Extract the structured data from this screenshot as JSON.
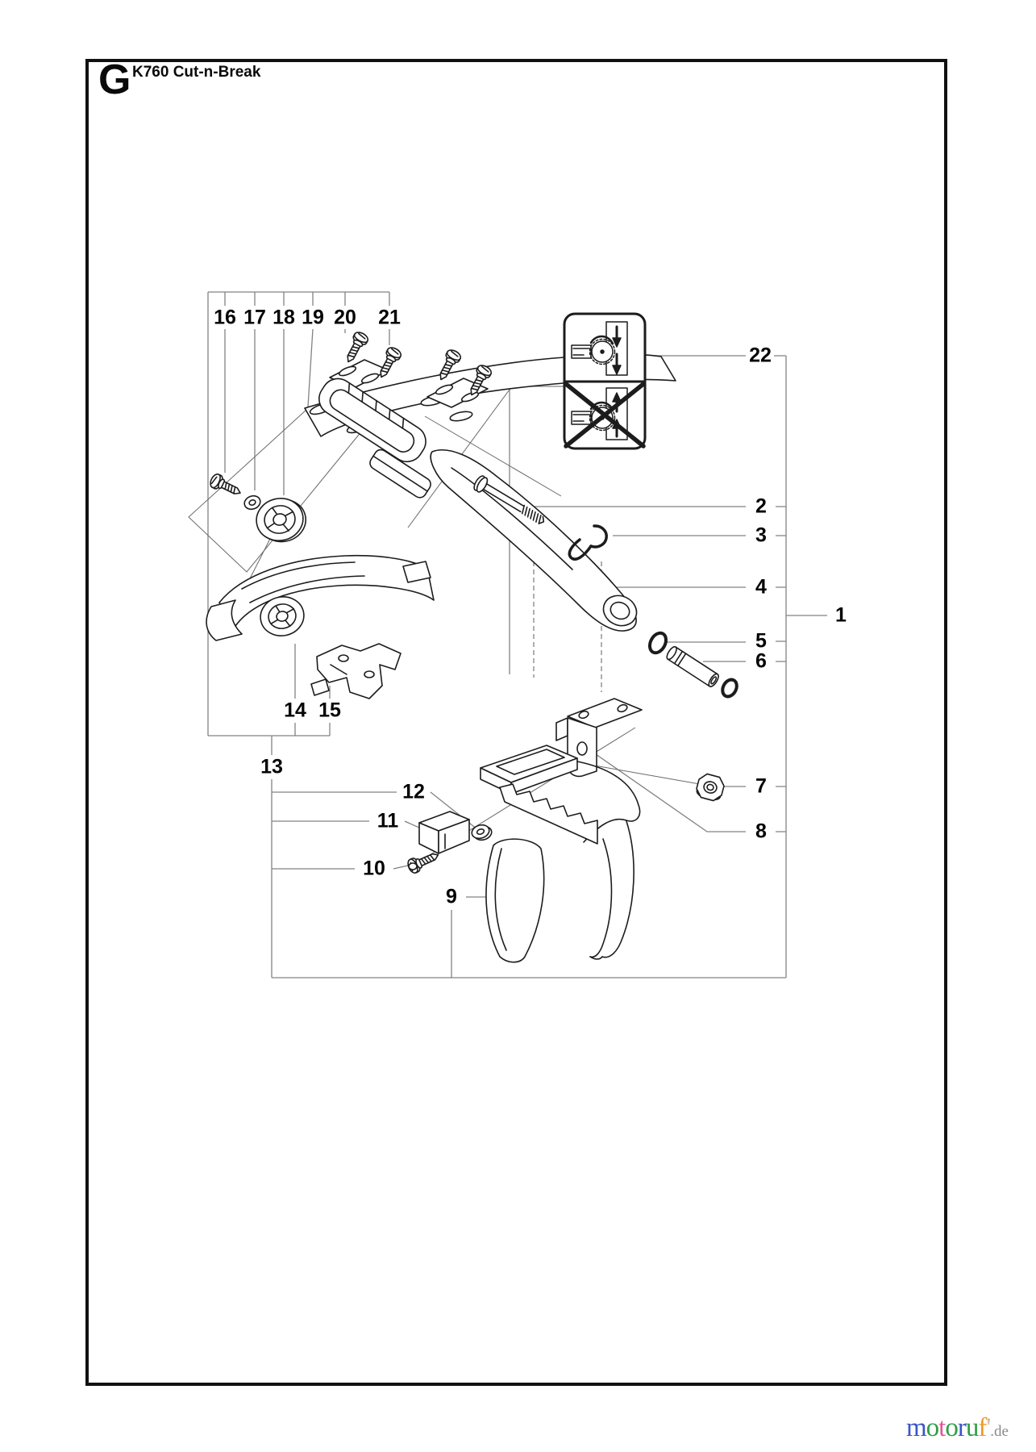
{
  "header": {
    "section_letter": "G",
    "title": "K760 Cut-n-Break"
  },
  "callouts": [
    {
      "label": "1"
    },
    {
      "label": "2"
    },
    {
      "label": "3"
    },
    {
      "label": "4"
    },
    {
      "label": "5"
    },
    {
      "label": "6"
    },
    {
      "label": "7"
    },
    {
      "label": "8"
    },
    {
      "label": "9"
    },
    {
      "label": "10"
    },
    {
      "label": "11"
    },
    {
      "label": "12"
    },
    {
      "label": "13"
    },
    {
      "label": "14"
    },
    {
      "label": "15"
    },
    {
      "label": "16"
    },
    {
      "label": "17"
    },
    {
      "label": "18"
    },
    {
      "label": "19"
    },
    {
      "label": "20"
    },
    {
      "label": "21"
    },
    {
      "label": "22"
    }
  ],
  "logo": {
    "letters": [
      {
        "ch": "m",
        "style": "color:#3a55c8"
      },
      {
        "ch": "o",
        "style": "color:#2f9e44"
      },
      {
        "ch": "t",
        "style": "color:#e5549a"
      },
      {
        "ch": "o",
        "style": "color:#2f9e44"
      },
      {
        "ch": "r",
        "style": "color:#3a55c8"
      },
      {
        "ch": "u",
        "style": "color:#2f9e44"
      },
      {
        "ch": "f",
        "style": "color:#f09a1f"
      },
      {
        "ch": "'",
        "style": "color:#c9b9a6"
      }
    ],
    "suffix": ".de",
    "suffix_style": "color:#8a8a8a"
  }
}
